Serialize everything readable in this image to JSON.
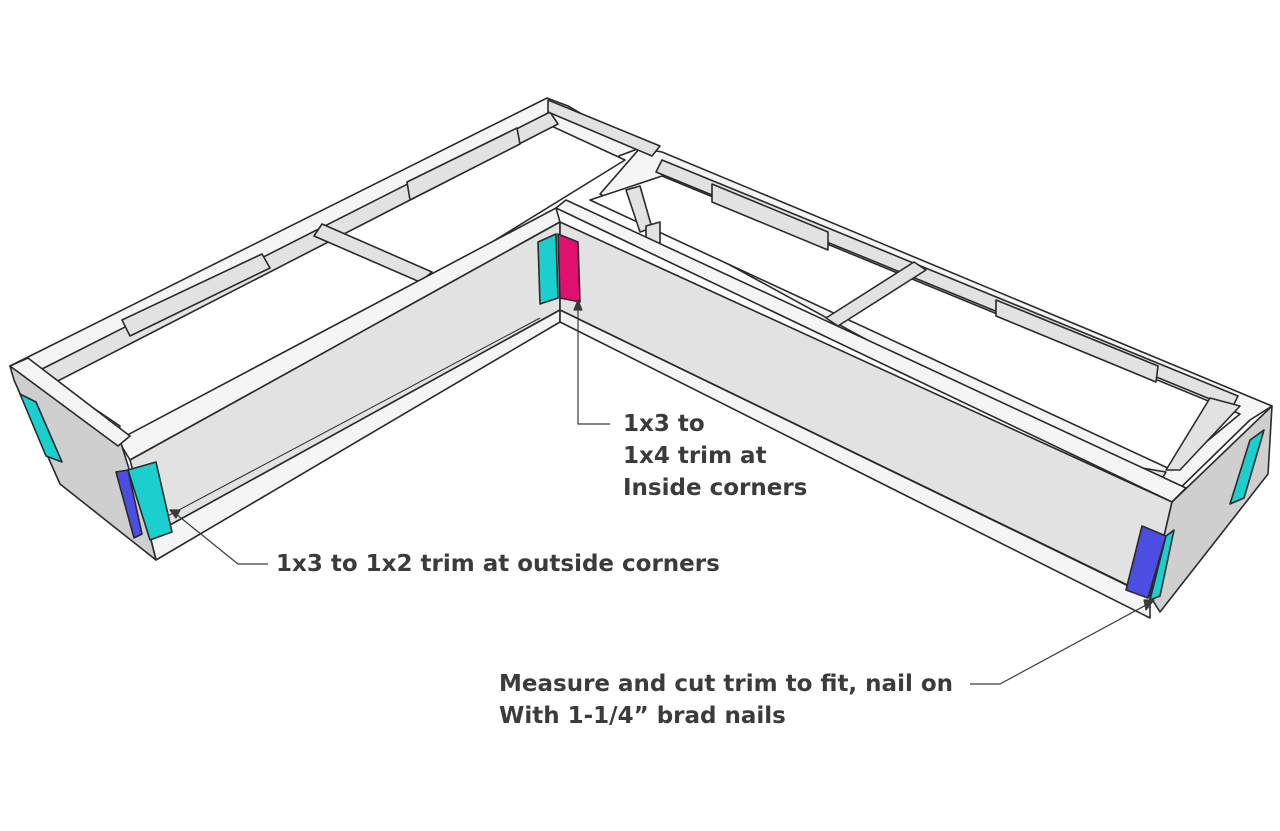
{
  "annotations": {
    "inside_corners": {
      "lines": [
        "1x3 to",
        "1x4 trim at",
        "Inside corners"
      ]
    },
    "outside_corners": {
      "text": "1x3 to 1x2 trim at outside corners"
    },
    "measure": {
      "lines": [
        "Measure and cut trim to fit, nail on",
        "With 1-1/4” brad nails"
      ]
    }
  },
  "colors": {
    "outline": "#2a2a2a",
    "wood_light": "#f5f5f5",
    "wood_face": "#e2e2e2",
    "wood_shade": "#cfcfcf",
    "trim_outside_cyan": "#1ccfcf",
    "trim_outside_blue": "#4b4ee0",
    "trim_inside_magenta": "#e0106f"
  }
}
